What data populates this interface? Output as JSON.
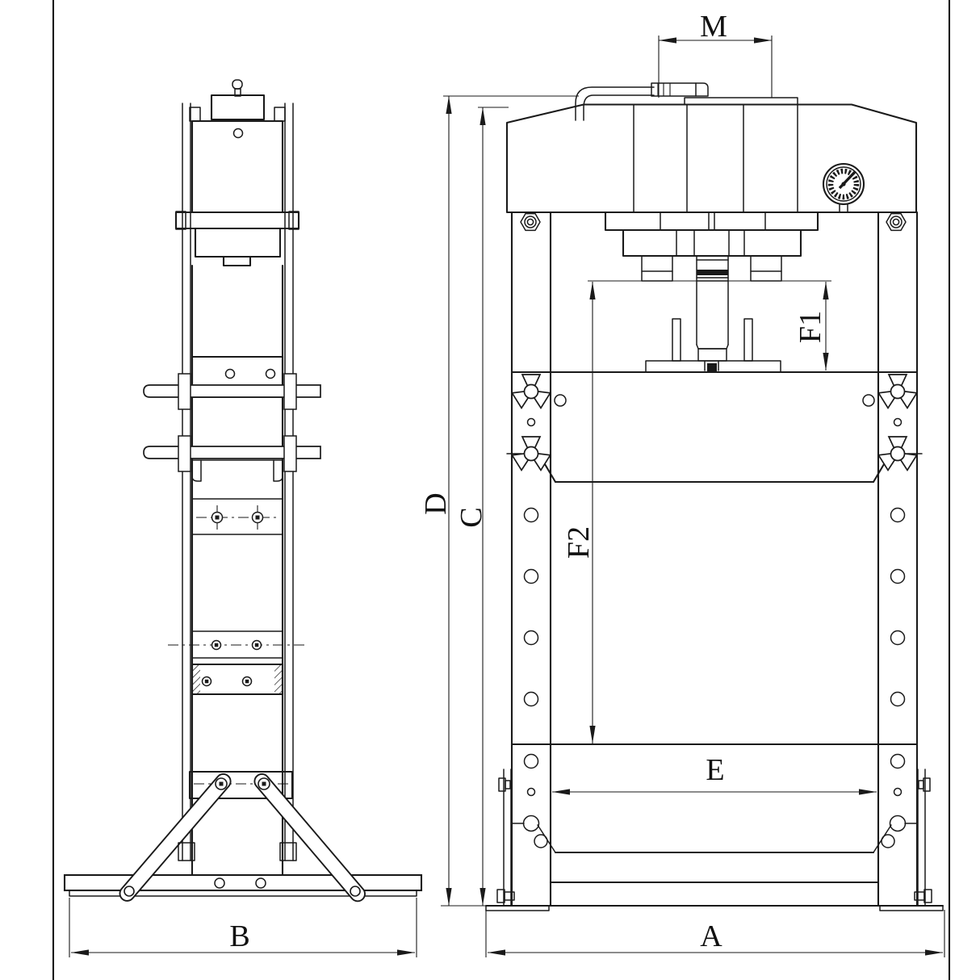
{
  "drawing": {
    "kind": "two-view technical line drawing of a hydraulic shop press",
    "views": {
      "left": "side-view",
      "right": "front-view"
    }
  },
  "colors": {
    "line": "#1a1a1a",
    "background": "#ffffff",
    "label": "#111111"
  },
  "dims": {
    "m": "M",
    "d": "D",
    "c": "C",
    "f1": "F1",
    "f2": "F2",
    "e": "E",
    "a": "A",
    "b": "B"
  },
  "icons": {
    "gauge": "pressure-gauge-icon",
    "wing_pin": "wing-pin-icon",
    "hex_bolt": "hex-bolt-icon"
  }
}
